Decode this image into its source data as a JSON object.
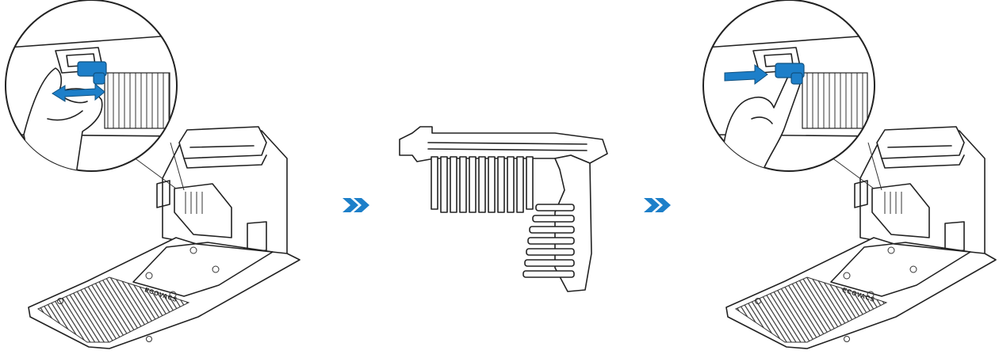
{
  "brand_label": "ECOVACS",
  "colors": {
    "accent": "#1d7fc9",
    "chevron": "#1d7fc9",
    "line": "#222222",
    "background": "#ffffff"
  },
  "steps": [
    {
      "icon": "dock-with-hand-pull-icon",
      "action": "pull-out"
    },
    {
      "icon": "removed-comb-part-icon",
      "action": "detached-part"
    },
    {
      "icon": "dock-with-hand-push-icon",
      "action": "push-in"
    }
  ],
  "arrows": [
    "chevron-right-double-icon",
    "chevron-right-double-icon"
  ]
}
